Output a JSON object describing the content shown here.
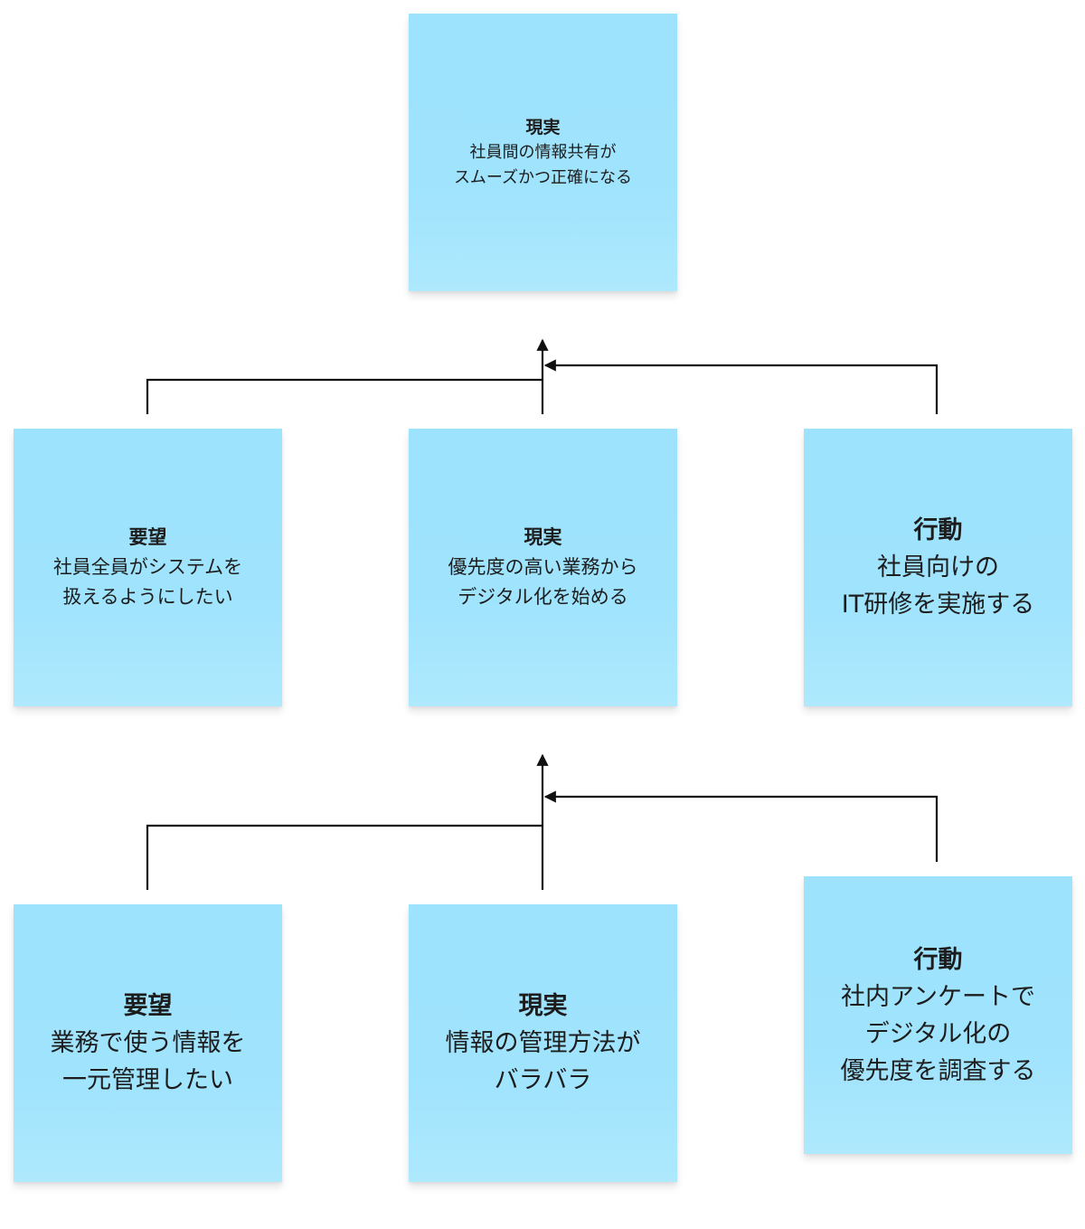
{
  "notes": {
    "top": {
      "title": "現実",
      "body": "社員間の情報共有が\nスムーズかつ正確になる"
    },
    "middle_left": {
      "title": "要望",
      "body": "社員全員がシステムを\n扱えるようにしたい"
    },
    "middle_center": {
      "title": "現実",
      "body": "優先度の高い業務から\nデジタル化を始める"
    },
    "middle_right": {
      "title": "行動",
      "body": "社員向けの\nIT研修を実施する"
    },
    "bottom_left": {
      "title": "要望",
      "body": "業務で使う情報を\n一元管理したい"
    },
    "bottom_center": {
      "title": "現実",
      "body": "情報の管理方法が\nバラバラ"
    },
    "bottom_right": {
      "title": "行動",
      "body": "社内アンケートで\nデジタル化の\n優先度を調査する"
    }
  },
  "colors": {
    "note_fill": "#9ee3fd",
    "connector": "#111111"
  }
}
